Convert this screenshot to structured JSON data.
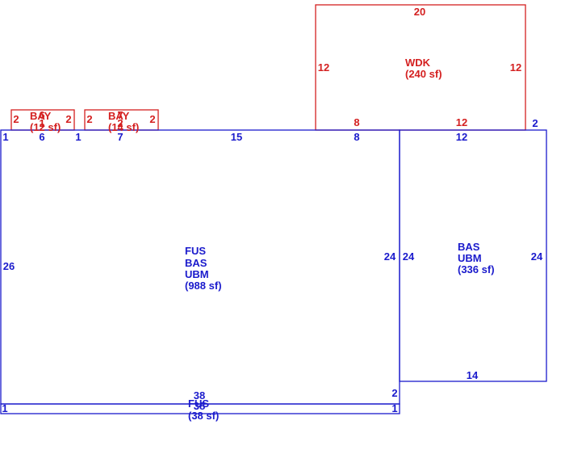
{
  "colors": {
    "blue": "#1a1acc",
    "red": "#d42020",
    "background": "#ffffff"
  },
  "areas": [
    {
      "id": "wdk",
      "color": "red",
      "lines": [
        "WDK",
        "(240 sf)"
      ]
    },
    {
      "id": "bay-1",
      "color": "red",
      "lines": [
        "BAY",
        "(12 sf)"
      ]
    },
    {
      "id": "bay-2",
      "color": "red",
      "lines": [
        "BAY",
        "(14 sf)"
      ]
    },
    {
      "id": "main",
      "color": "blue",
      "lines": [
        "FUS",
        "BAS",
        "UBM",
        "(988 sf)"
      ]
    },
    {
      "id": "east",
      "color": "blue",
      "lines": [
        "BAS",
        "UBM",
        "(336 sf)"
      ]
    },
    {
      "id": "strip",
      "color": "blue",
      "lines": [
        "FUS",
        "(38 sf)"
      ]
    }
  ],
  "dimensions": {
    "wdk_top": "20",
    "wdk_left": "12",
    "wdk_right": "12",
    "wdk_bottom_left": "8",
    "wdk_bottom_right": "12",
    "bay1_left": "2",
    "bay1_right": "2",
    "bay1_top_a": "6",
    "bay1_top_b": "1",
    "bay2_left": "2",
    "bay2_right": "2",
    "bay2_top_a": "7",
    "bay2_top_b": "2",
    "main_top_1": "1",
    "main_top_6": "6",
    "main_top_1b": "1",
    "main_top_7": "7",
    "main_top_15": "15",
    "main_top_8": "8",
    "main_left": "26",
    "main_right": "24",
    "east_left": "24",
    "east_right": "24",
    "east_top_12": "12",
    "east_top_2": "2",
    "east_bottom": "14",
    "strip_top": "38",
    "strip_bottom": "38",
    "strip_left": "1",
    "strip_right": "1",
    "strip_corner": "2"
  }
}
